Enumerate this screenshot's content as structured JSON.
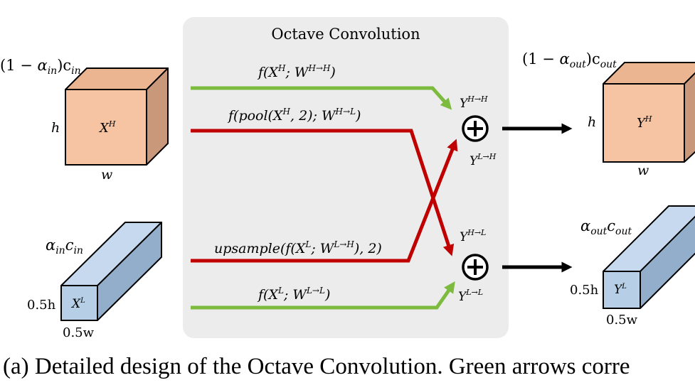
{
  "panel": {
    "title": "Octave Convolution",
    "background": "#ececec"
  },
  "colors": {
    "high_face": "#f7c4a3",
    "high_top": "#ecb592",
    "high_side": "#c9987a",
    "low_face": "#b7cfe6",
    "low_top": "#c6d9ee",
    "low_side": "#93aecb",
    "green": "#7dbb3f",
    "red": "#c00000",
    "black": "#000000"
  },
  "input": {
    "high": {
      "channels_a": "(1 − ",
      "channels_alpha": "α",
      "channels_in_sub": "in",
      "channels_c": ")c",
      "channels_c_sub": "in",
      "height": "h",
      "width": "w",
      "tensor": "X",
      "tensor_sup": "H"
    },
    "low": {
      "channels_alpha": "α",
      "channels_in_sub": "in",
      "channels_c": "c",
      "channels_c_sub": "in",
      "height": "0.5h",
      "width": "0.5w",
      "tensor": "X",
      "tensor_sup": "L"
    }
  },
  "paths": {
    "hh": {
      "label_pre": "f(X",
      "label_sup1": "H",
      "label_mid": "; W",
      "label_sup2": "H→H",
      "label_post": ")"
    },
    "hl": {
      "label_pre": "f(pool(X",
      "label_sup1": "H",
      "label_mid": ", 2); W",
      "label_sup2": "H→L",
      "label_post": ")"
    },
    "lh": {
      "label_pre": "upsample(f(X",
      "label_sup1": "L",
      "label_mid": "; W",
      "label_sup2": "L→H",
      "label_post": "), 2)"
    },
    "ll": {
      "label_pre": "f(X",
      "label_sup1": "L",
      "label_mid": "; W",
      "label_sup2": "L→L",
      "label_post": ")"
    }
  },
  "sums": {
    "top": {
      "symbol": "+",
      "in1": "Y",
      "in1_sup": "H→H",
      "in2": "Y",
      "in2_sup": "L→H"
    },
    "bottom": {
      "symbol": "+",
      "in1": "Y",
      "in1_sup": "H→L",
      "in2": "Y",
      "in2_sup": "L→L"
    }
  },
  "output": {
    "high": {
      "channels_a": "(1 − ",
      "channels_alpha": "α",
      "channels_out_sub": "out",
      "channels_c": ")c",
      "channels_c_sub": "out",
      "height": "h",
      "width": "w",
      "tensor": "Y",
      "tensor_sup": "H"
    },
    "low": {
      "channels_alpha": "α",
      "channels_out_sub": "out",
      "channels_c": "c",
      "channels_c_sub": "out",
      "height": "0.5h",
      "width": "0.5w",
      "tensor": "Y",
      "tensor_sup": "L"
    }
  },
  "caption": "(a) Detailed design of the Octave Convolution. Green arrows corre"
}
